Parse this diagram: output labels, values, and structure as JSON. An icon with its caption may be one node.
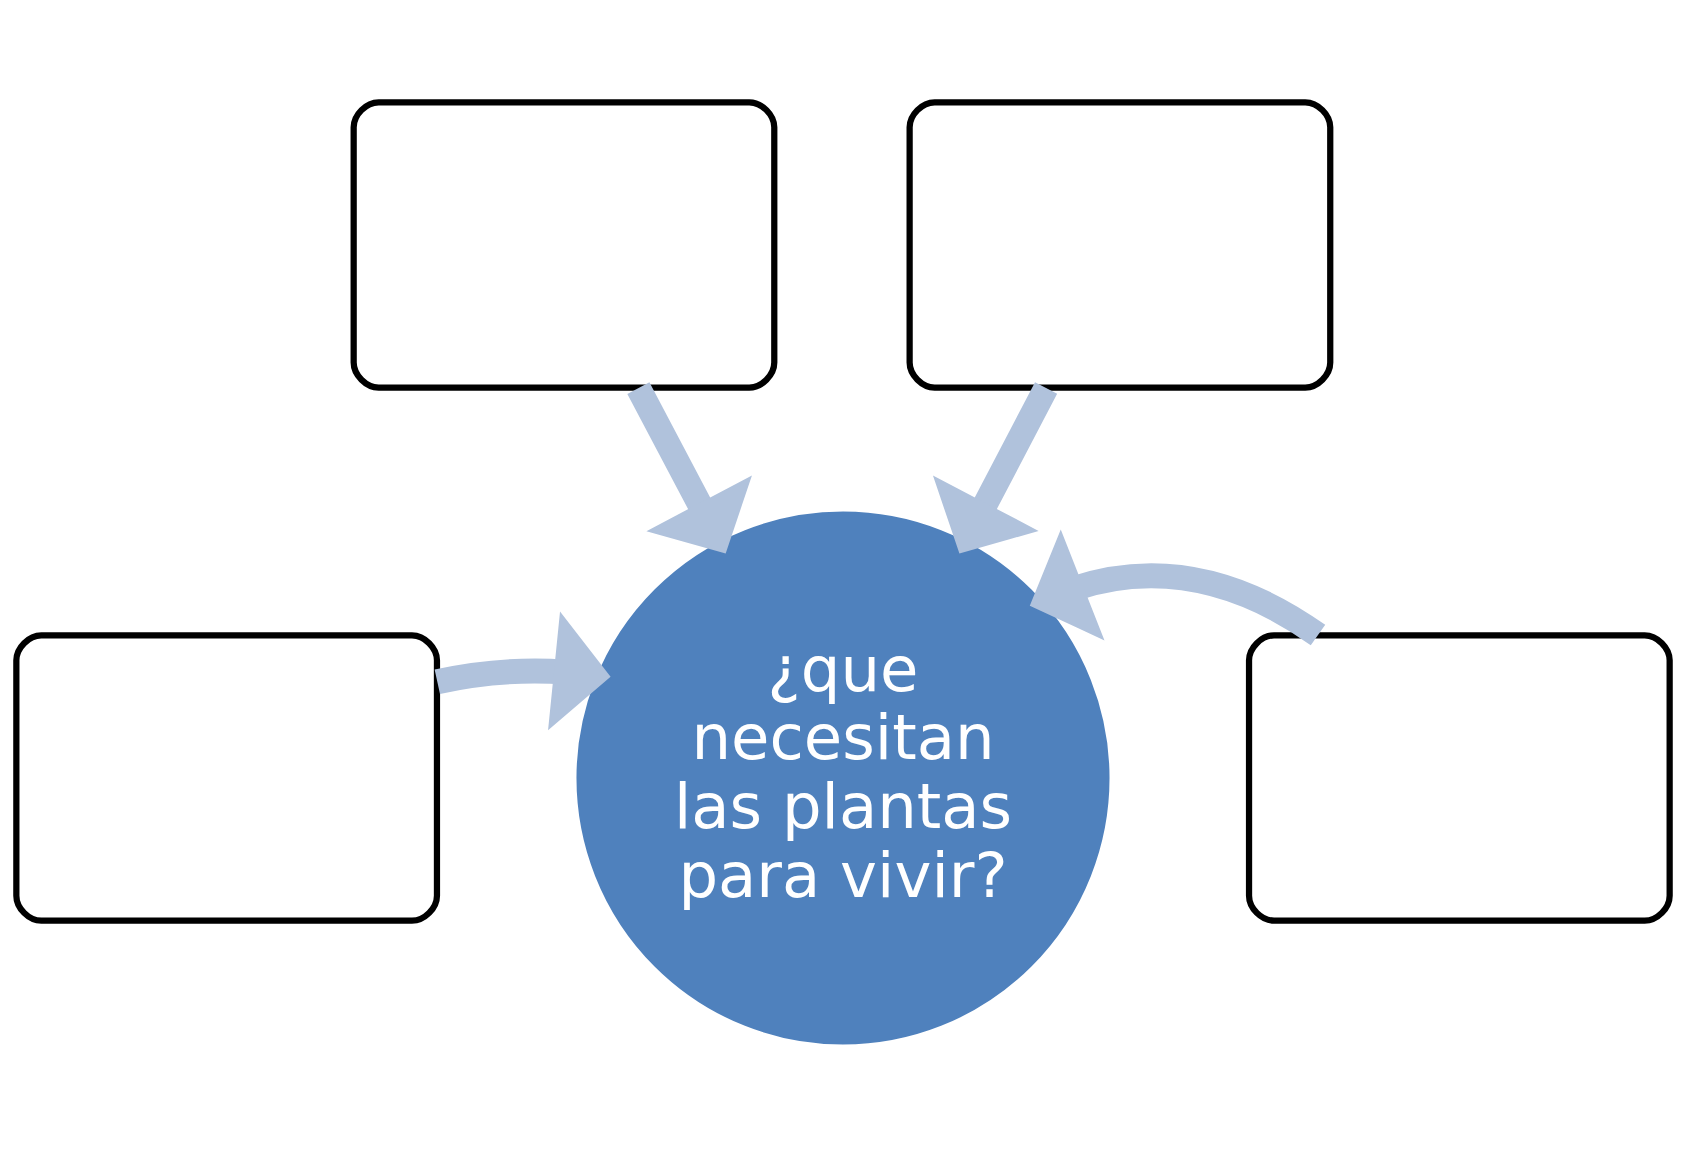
{
  "diagram": {
    "nodes": [
      {
        "text": [],
        "shape": "box"
      },
      {
        "text": [],
        "shape": "box"
      },
      {
        "text": [],
        "shape": "box"
      },
      {
        "text": [],
        "shape": "box"
      },
      {
        "text": [
          "¿que necesitan las plantas para vivir?"
        ]
      }
    ],
    "edges": [
      {
        "from": 0,
        "to": 4,
        "arrow": "to"
      },
      {
        "from": 1,
        "to": 4,
        "arrow": "to"
      },
      {
        "from": 2,
        "to": 4,
        "arrow": "to"
      },
      {
        "from": 3,
        "to": 4,
        "arrow": "to"
      }
    ]
  }
}
